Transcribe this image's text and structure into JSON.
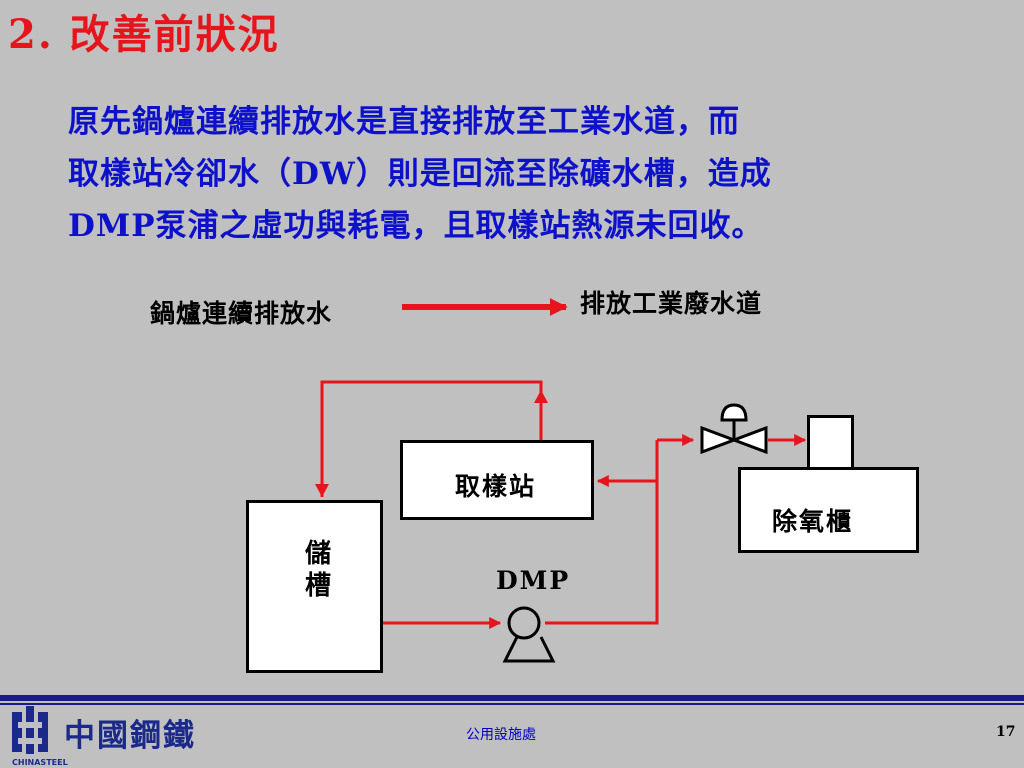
{
  "slide": {
    "title": "2. 改善前狀況",
    "intro_lines": [
      "原先鍋爐連續排放水是直接排放至工業水道，而",
      "取樣站冷卻水（DW）則是回流至除礦水槽，造成",
      "DMP泵浦之虛功與耗電，且取樣站熱源未回收。"
    ]
  },
  "legend": {
    "source": "鍋爐連續排放水",
    "destination": "排放工業廢水道"
  },
  "diagram": {
    "sampling_station": "取樣站",
    "deaerator": "除氧櫃",
    "storage_tank": [
      "儲",
      "槽"
    ],
    "pump_label": "DMP",
    "flow_color": "#e8141b"
  },
  "footer": {
    "company": "中國鋼鐵",
    "company_en": "CHINASTEEL",
    "department": "公用設施處",
    "page_number": "17"
  }
}
